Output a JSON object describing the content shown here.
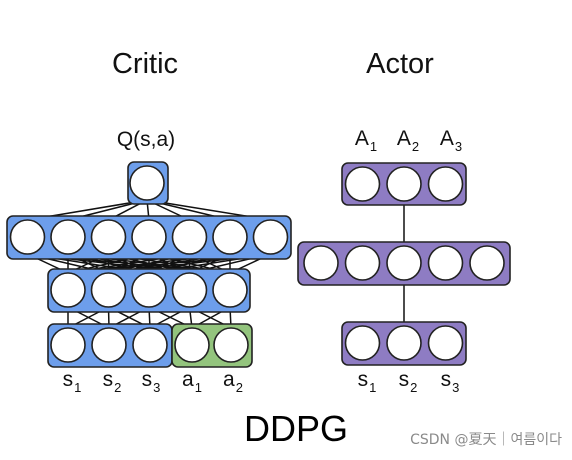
{
  "critic": {
    "title": "Critic",
    "output_label": "Q(s,a)",
    "state_inputs": [
      {
        "base": "s",
        "sub": "1"
      },
      {
        "base": "s",
        "sub": "2"
      },
      {
        "base": "s",
        "sub": "3"
      }
    ],
    "action_inputs": [
      {
        "base": "a",
        "sub": "1"
      },
      {
        "base": "a",
        "sub": "2"
      }
    ]
  },
  "actor": {
    "title": "Actor",
    "outputs": [
      {
        "base": "A",
        "sub": "1"
      },
      {
        "base": "A",
        "sub": "2"
      },
      {
        "base": "A",
        "sub": "3"
      }
    ],
    "inputs": [
      {
        "base": "s",
        "sub": "1"
      },
      {
        "base": "s",
        "sub": "2"
      },
      {
        "base": "s",
        "sub": "3"
      }
    ]
  },
  "caption": "DDPG",
  "watermark": "CSDN @夏天｜여름이다",
  "colors": {
    "critic_fill": "#6d9eeb",
    "action_fill": "#93c47d",
    "actor_fill": "#8e7cc3",
    "outline": "#222222",
    "edge": "#111111",
    "neuron": "#ffffff"
  }
}
